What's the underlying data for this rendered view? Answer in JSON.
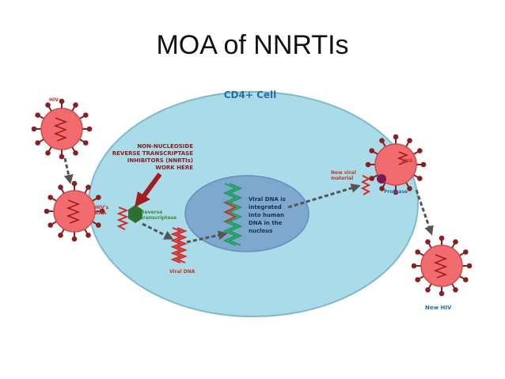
{
  "title": "MOA of NNRTIs",
  "labels": {
    "cell": "CD4+ Cell",
    "hiv": "HIV",
    "hivs_rna_line1": "HIV's",
    "hivs_rna_line2": "RNA",
    "nnrti_line1": "NON-NUCLEOSIDE",
    "nnrti_line2": "REVERSE TRANSCRIPTASE",
    "nnrti_line3": "INHIBITORS (NNRTIs)",
    "nnrti_line4": "WORK HERE",
    "rt_line1": "Reverse",
    "rt_line2": "transcriptase",
    "viral_dna": "Viral DNA",
    "nucleus_line1": "Viral DNA is",
    "nucleus_line2": "integrated",
    "nucleus_line3": "into human",
    "nucleus_line4": "DNA in the",
    "nucleus_line5": "nucleus",
    "new_material_line1": "New viral",
    "new_material_line2": "material",
    "rna": "RNA",
    "protease": "Protease",
    "new_hiv": "New HIV"
  },
  "colors": {
    "cell_fill": "#a9dbe8",
    "nucleus_fill": "#7fa8cf",
    "virus_fill": "#f26b6f",
    "virus_spike": "#8a1e22",
    "rna_strand": "#d42a2a",
    "dna_strand": "#1f9e5a",
    "enzyme": "#2e6e2e",
    "protease": "#7a1a55",
    "arrow": "#555555",
    "inhibitor_arrow": "#a31d1d",
    "label_red": "#c0392b",
    "label_blue": "#2b6f9e",
    "label_green": "#3c8a3c"
  }
}
